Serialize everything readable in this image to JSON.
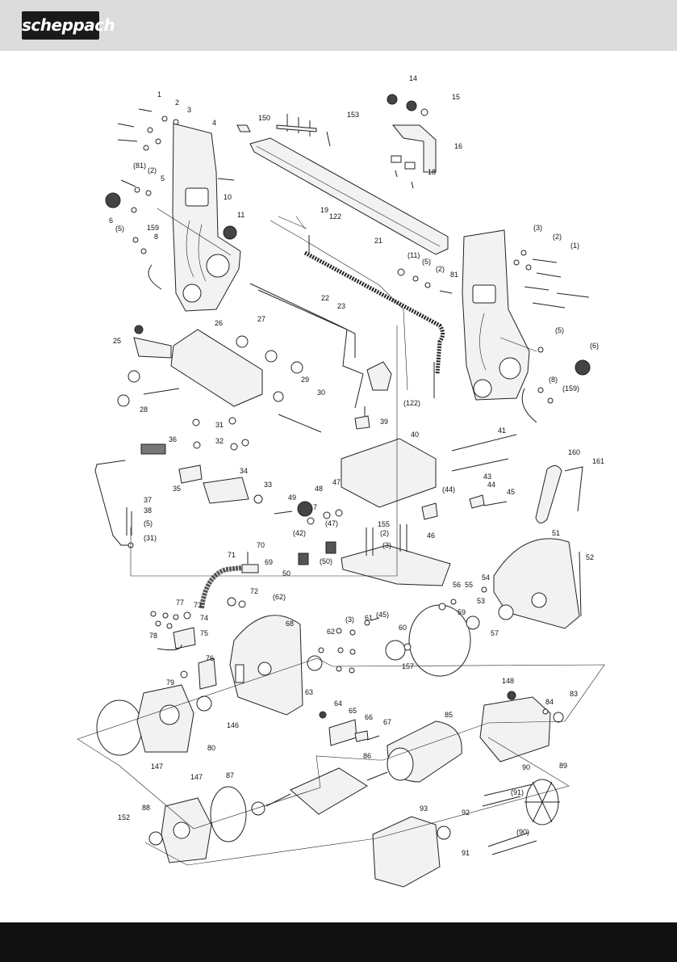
{
  "brand": {
    "logo_text": "scheppach"
  },
  "part_labels": {
    "p1": "1",
    "p2": "2",
    "p3": "3",
    "p4": "4",
    "p5": "5",
    "p6": "6",
    "p8": "8",
    "p10": "10",
    "p11": "11",
    "p14": "14",
    "p15": "15",
    "p16": "16",
    "p18": "18",
    "p19": "19",
    "p21": "21",
    "p22": "22",
    "p23": "23",
    "p25": "25",
    "p26": "26",
    "p27": "27",
    "p28": "28",
    "p29": "29",
    "p30": "30",
    "p31": "31",
    "p32": "32",
    "p33": "33",
    "p34": "34",
    "p35": "35",
    "p36": "36",
    "p37": "37",
    "p38": "38",
    "p39": "39",
    "p40": "40",
    "p41": "41",
    "p43": "43",
    "p44": "44",
    "p45": "45",
    "p46": "46",
    "p47": "47",
    "p48": "48",
    "p49": "49",
    "p50": "50",
    "p51": "51",
    "p52": "52",
    "p53": "53",
    "p54": "54",
    "p55": "55",
    "p56": "56",
    "p57": "57",
    "p59": "59",
    "p60": "60",
    "p61": "61",
    "p62": "62",
    "p63": "63",
    "p64": "64",
    "p65": "65",
    "p66": "66",
    "p67": "67",
    "p68": "68",
    "p69": "69",
    "p70": "70",
    "p71": "71",
    "p72": "72",
    "p73": "73",
    "p74": "74",
    "p75": "75",
    "p76": "76",
    "p77": "77",
    "p78": "78",
    "p79": "79",
    "p80": "80",
    "p81": "81",
    "p83": "83",
    "p84": "84",
    "p85": "85",
    "p86": "86",
    "p87": "87",
    "p88": "88",
    "p89": "89",
    "p90": "90",
    "p91": "91",
    "p92": "92",
    "p93": "93",
    "p122": "122",
    "p146": "146",
    "p147": "147",
    "p148": "148",
    "p150": "150",
    "p152": "152",
    "p153": "153",
    "p155": "155",
    "p157": "157",
    "p159": "159",
    "p160": "160",
    "p161": "161",
    "p7": "7",
    "b81": "(81)",
    "b2": "(2)",
    "b5": "(5)",
    "b3": "(3)",
    "b1": "(1)",
    "b11": "(11)",
    "b6": "(6)",
    "b8": "(8)",
    "b159": "(159)",
    "b122": "(122)",
    "b44": "(44)",
    "b42": "(42)",
    "b47": "(47)",
    "b31": "(31)",
    "b50": "(50)",
    "b62": "(62)",
    "b45": "(45)",
    "b91": "(91)",
    "b90": "(90)"
  },
  "colors": {
    "header": "#dcdcdc",
    "footer": "#111111",
    "line": "#222222"
  }
}
